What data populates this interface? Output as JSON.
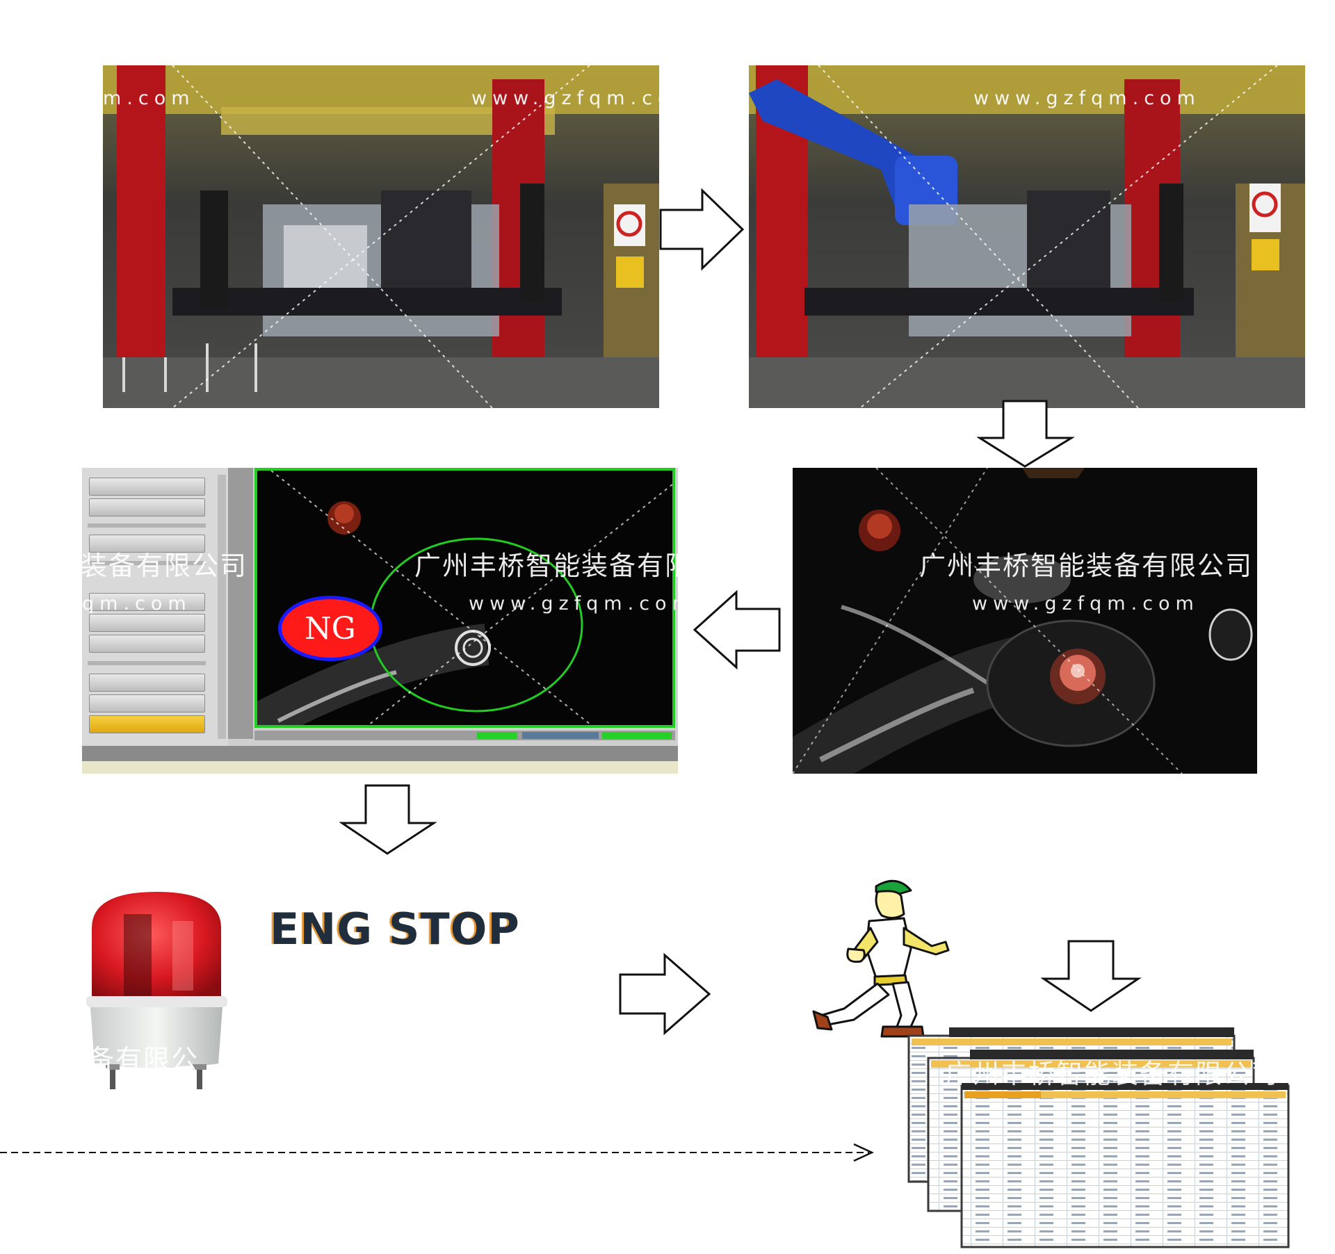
{
  "watermark": {
    "company": "广州丰桥智能装备有限公司",
    "url": "www.gzfqm.com",
    "fragment_url_left": "m.com",
    "fragment_url_right": "www.gzfqm.co",
    "fragment_cn_left": "装备有限公司",
    "fragment_cn_mid": "广州丰桥智能装备有限",
    "fragment_url_mid_left": "qm.com",
    "fragment_url_mid": "www.gzfqm.com",
    "fragment_cn_beacon": "备有限公"
  },
  "labels": {
    "ng_badge": "NG",
    "eng_stop": "ENG STOP"
  },
  "colors": {
    "ng_fill": "#ff1a1a",
    "ng_border": "#1a1aff",
    "detect_frame": "#22cc22",
    "beacon_red": "#d81820",
    "helmet_green": "#1aa33a"
  }
}
